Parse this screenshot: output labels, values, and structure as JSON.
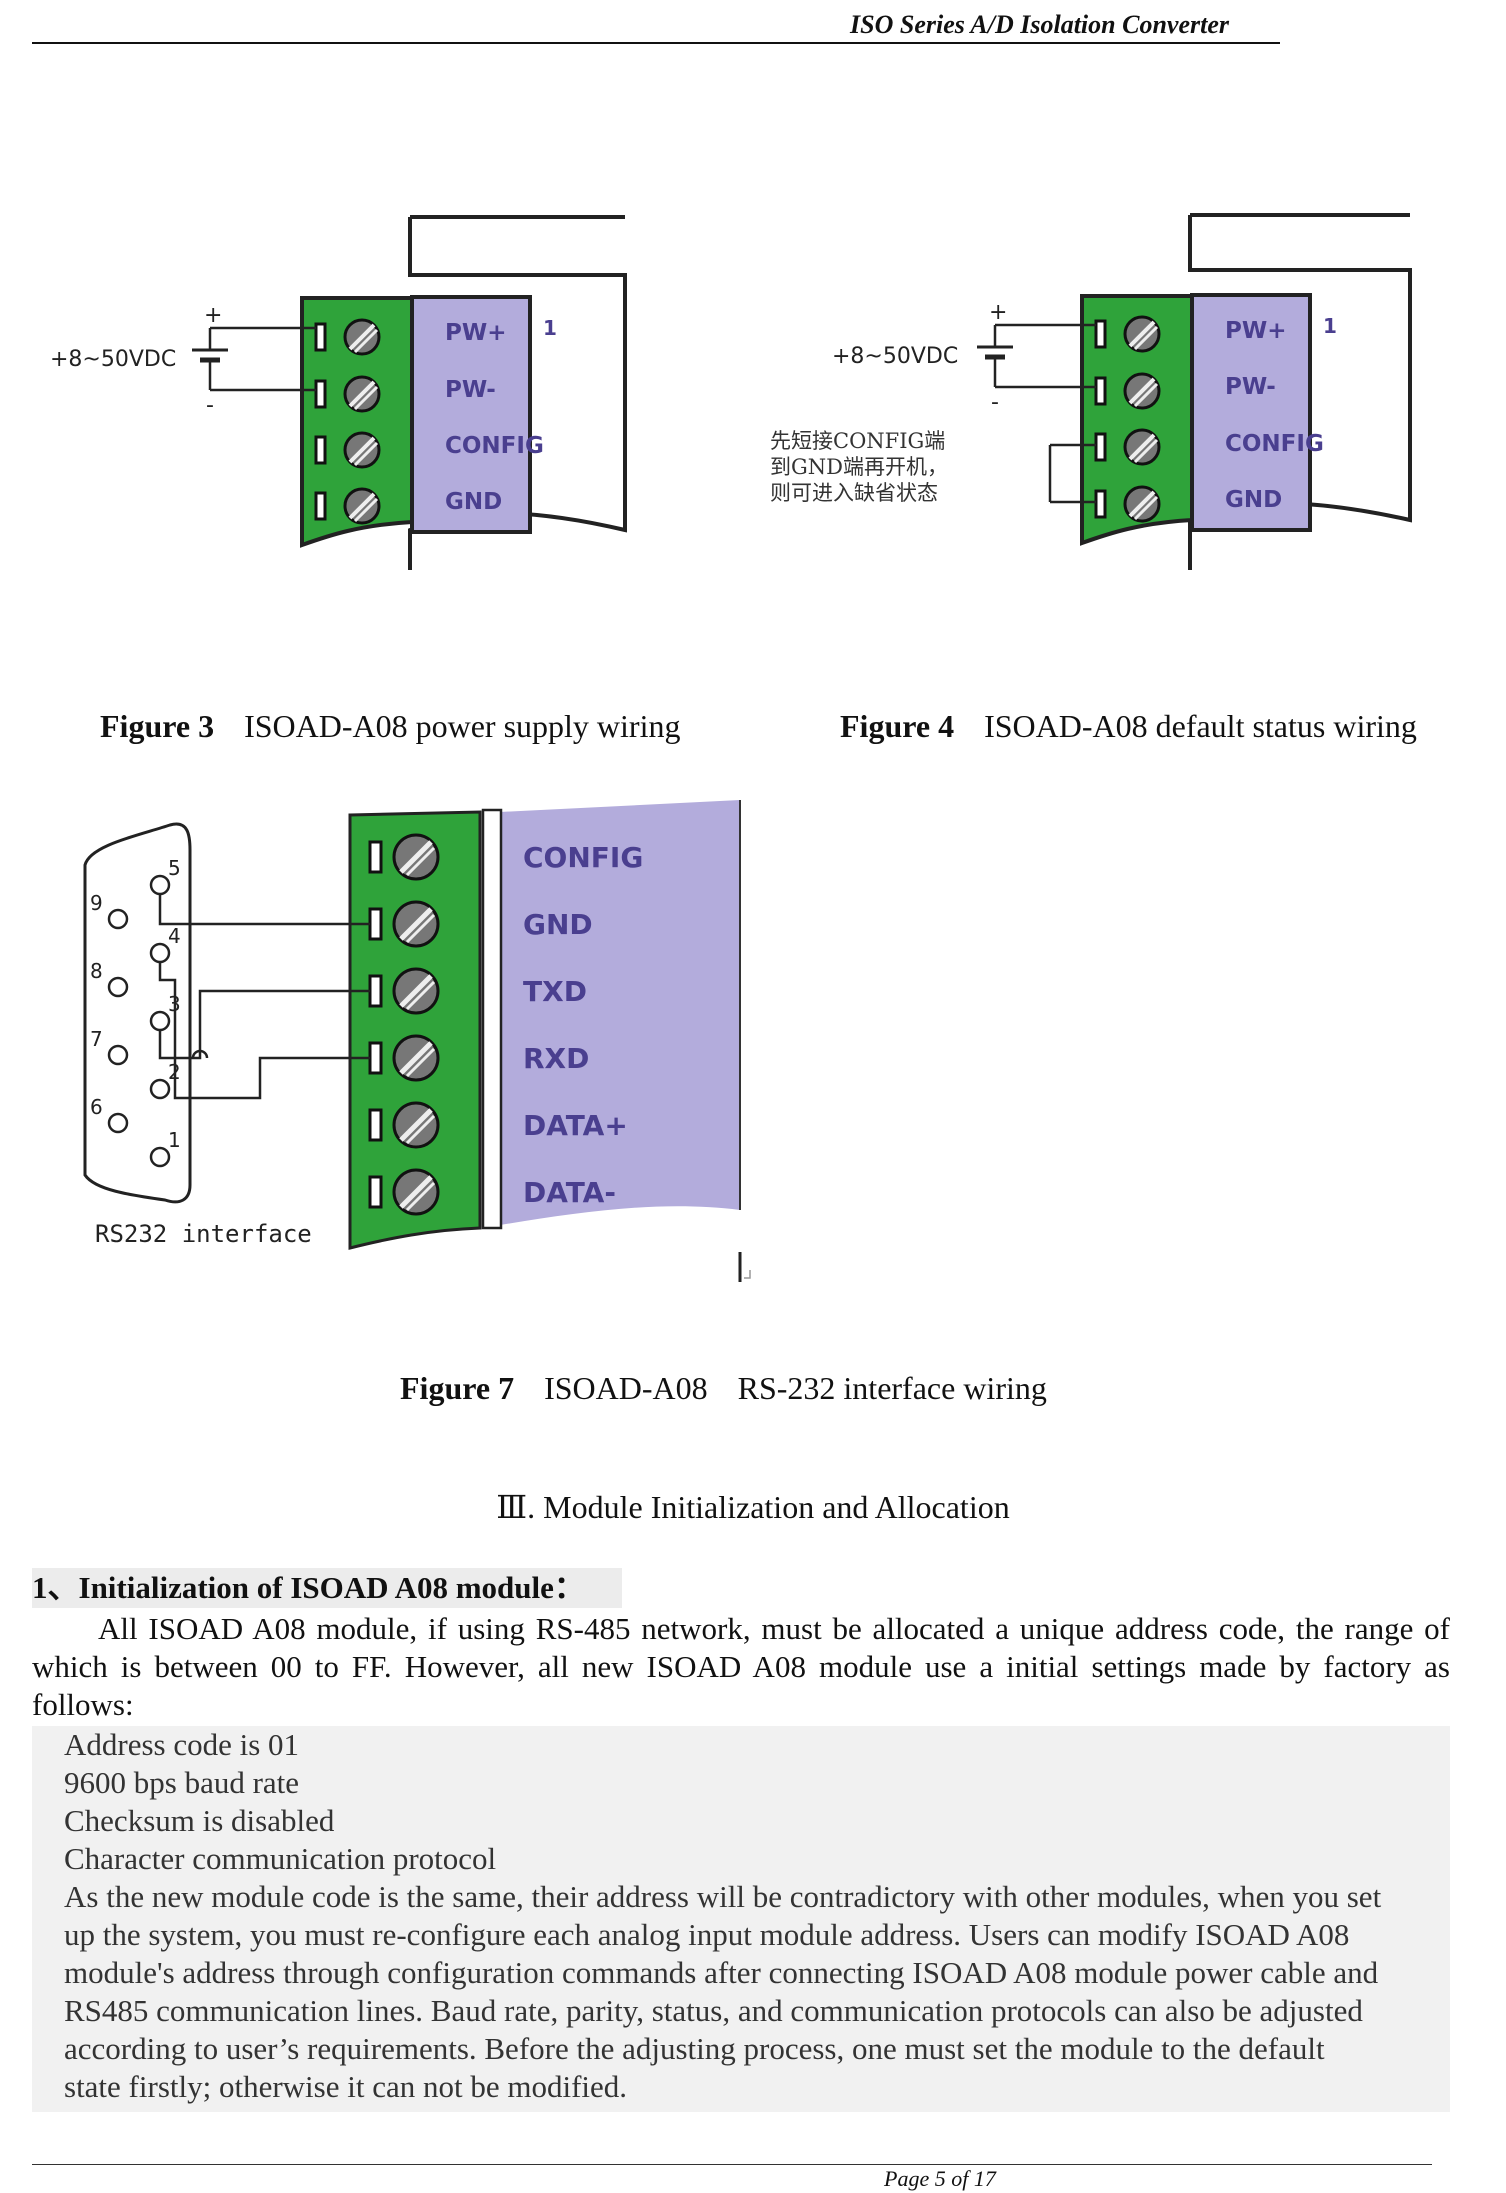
{
  "header": {
    "title": "ISO Series A/D Isolation Converter"
  },
  "figure3": {
    "supply_label": "+8~50VDC",
    "plus_sign": "+",
    "minus_sign": "-",
    "pin_number": "1",
    "pins": [
      "PW+",
      "PW-",
      "CONFIG",
      "GND"
    ],
    "caption_number": "Figure 3",
    "caption_text": "ISOAD-A08 power supply wiring"
  },
  "figure4": {
    "supply_label": "+8~50VDC",
    "plus_sign": "+",
    "minus_sign": "-",
    "pin_number": "1",
    "pins": [
      "PW+",
      "PW-",
      "CONFIG",
      "GND"
    ],
    "note_lines": [
      "先短接CONFIG端",
      "到GND端再开机，",
      "则可进入缺省状态"
    ],
    "caption_number": "Figure 4",
    "caption_text": "ISOAD-A08 default status wiring"
  },
  "figure7": {
    "pins": [
      "CONFIG",
      "GND",
      "TXD",
      "RXD",
      "DATA+",
      "DATA-"
    ],
    "db9_pin_labels": [
      "5",
      "9",
      "4",
      "8",
      "3",
      "7",
      "2",
      "6",
      "1"
    ],
    "connector_label": "RS232 interface",
    "caption_number": "Figure 7",
    "caption_model": "ISOAD-A08",
    "caption_text": "RS-232 interface wiring"
  },
  "section": {
    "heading": "Ⅲ. Module Initialization and Allocation"
  },
  "init": {
    "heading": "1、Initialization of ISOAD A08 module：",
    "intro": "All ISOAD A08 module, if using RS-485 network, must be allocated a unique address code, the range of which is between 00 to FF. However, all new ISOAD A08 module use a initial settings made by factory as follows:",
    "settings": [
      "Address code is 01",
      "9600 bps baud rate",
      "Checksum is disabled",
      "Character communication protocol"
    ],
    "note_lines": [
      "As the new module code is the same, their address will be contradictory with other modules, when you set",
      "up the system, you must re-configure each analog input module address. Users can modify ISOAD A08",
      "module's address through configuration commands after connecting ISOAD A08 module power cable and",
      "RS485 communication lines. Baud rate, parity, status, and communication protocols can also be adjusted",
      "according to user’s requirements. Before the adjusting process, one must set the module to the default",
      "state firstly; otherwise it can not be modified."
    ]
  },
  "footer": {
    "page": "Page    5 of 17"
  },
  "colors": {
    "terminal_green": "#2fa33a",
    "label_purple": "#b3acdc",
    "pin_text": "#4a3f8f",
    "screw_gray": "#777777"
  }
}
